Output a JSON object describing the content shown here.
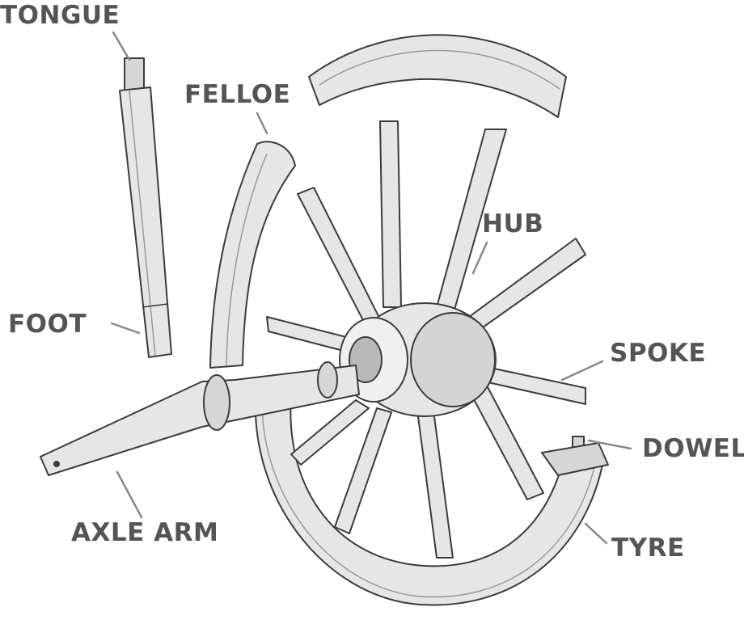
{
  "labels": {
    "tongue": "TONGUE",
    "felloe": "FELLOE",
    "hub": "HUB",
    "foot": "FOOT",
    "spoke": "SPOKE",
    "dowel": "DOWEL",
    "axle_arm": "AXLE ARM",
    "tyre": "TYRE"
  },
  "colors": {
    "label": "#555555",
    "ink": "#3c3c3c",
    "wood": "#e6e6e6",
    "shade": "#b8b8b8",
    "background": "#ffffff"
  }
}
